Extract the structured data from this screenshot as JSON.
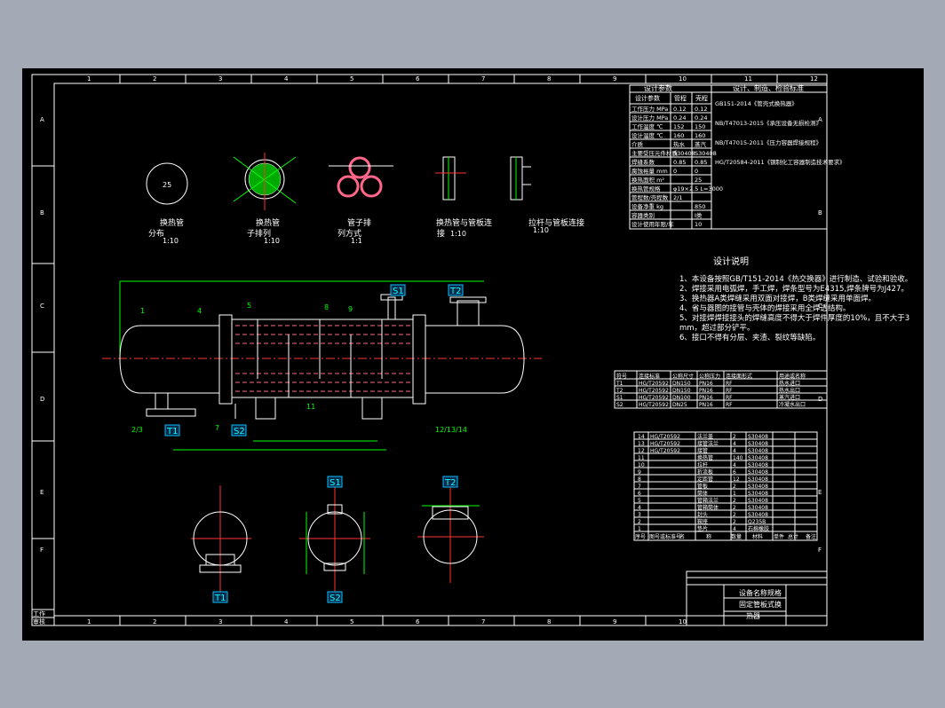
{
  "colors": {
    "background": "#000000",
    "outline": "#ffffff",
    "dimension": "#00ff00",
    "centerline": "#ff3333",
    "note": "#ffff00",
    "tag": "#00bfff"
  },
  "grid": {
    "cols": [
      "1",
      "2",
      "3",
      "4",
      "5",
      "6",
      "7",
      "8",
      "9",
      "10",
      "11",
      "12"
    ],
    "cols_bottom": [
      "1",
      "2",
      "3",
      "4",
      "5",
      "6",
      "7",
      "8",
      "9",
      "10"
    ],
    "rows": [
      "A",
      "B",
      "C",
      "D",
      "E",
      "F"
    ]
  },
  "details": {
    "d1": {
      "label": "换热管",
      "sub": "分布",
      "scale": "1:10",
      "inner": "25"
    },
    "d2": {
      "label": "换热管",
      "sub": "子排列",
      "scale": "1:10"
    },
    "d3": {
      "label": "管子排",
      "sub": "列方式",
      "scale": "1:1"
    },
    "d4": {
      "label": "换热管与管板连",
      "sub": "接",
      "scale": "1:10"
    },
    "d5": {
      "label": "拉杆与管板连接",
      "scale": "1:10"
    }
  },
  "spec_table": {
    "header_cols": [
      "设计参数",
      "设计、制造、检验标准"
    ],
    "sub_header": [
      "设计参数",
      "管程",
      "壳程"
    ],
    "rows": [
      [
        "工作压力 MPa",
        "0.12",
        "0.12"
      ],
      [
        "设计压力 MPa",
        "0.24",
        "0.24"
      ],
      [
        "工作温度 ℃",
        "152",
        "150"
      ],
      [
        "设计温度 ℃",
        "160",
        "160"
      ],
      [
        "介质",
        "热水",
        "蒸汽"
      ],
      [
        "主要受压元件材质",
        "S30408",
        "S30408"
      ],
      [
        "焊缝系数",
        "0.85",
        "0.85"
      ],
      [
        "腐蚀裕量 mm",
        "0",
        "0"
      ],
      [
        "换热面积 m²",
        "",
        "25"
      ],
      [
        "换热管规格",
        "φ19×2.5 L=3000",
        ""
      ],
      [
        "管程数/壳程数",
        "2/1",
        ""
      ],
      [
        "设备净重 kg",
        "",
        "850"
      ],
      [
        "容器类别",
        "",
        "Ⅰ类"
      ],
      [
        "设计使用年限/年",
        "",
        "10"
      ]
    ],
    "standards": [
      "GB151-2014《管壳式换热器》",
      "NB/T47013-2015《承压设备无损检测》",
      "NB/T47015-2011《压力容器焊接规程》",
      "HG/T20584-2011《钢制化工容器制造技术要求》"
    ]
  },
  "notes": {
    "title": "设计说明",
    "lines": [
      "1、本设备按照GB/T151-2014《热交换器》进行制造、试验和验收。",
      "2、焊接采用电弧焊，手工焊，焊条型号为E4315,焊条牌号为J427。",
      "3、换热器A类焊缝采用双面对接焊，B类焊缝采用单面焊。",
      "4、省与器图的接管与壳体的焊接采用全焊透结构。",
      "5、对接焊焊接接头的焊缝高度不得大于焊件厚度的10%，且不大于3",
      "mm，超过部分铲平。",
      "6、接口不得有分层、夹渣、裂纹等缺陷。"
    ]
  },
  "nozzle_table": {
    "headers": [
      "符号",
      "连接标准",
      "公称尺寸",
      "公称压力",
      "连接面形式",
      "用途或名称"
    ],
    "rows": [
      [
        "T1",
        "HG/T20592",
        "DN150",
        "PN16",
        "RF",
        "热水进口"
      ],
      [
        "T2",
        "HG/T20592",
        "DN150",
        "PN16",
        "RF",
        "热水出口"
      ],
      [
        "S1",
        "HG/T20592",
        "DN100",
        "PN16",
        "RF",
        "蒸汽进口"
      ],
      [
        "S2",
        "HG/T20592",
        "DN25",
        "PN16",
        "RF",
        "冷凝水出口"
      ]
    ]
  },
  "parts_table": {
    "rows": [
      [
        "14",
        "HG/T20592",
        "法兰盖",
        "2",
        "S30408"
      ],
      [
        "13",
        "HG/T20592",
        "接管法兰",
        "4",
        "S30408"
      ],
      [
        "12",
        "HG/T20592",
        "接管",
        "4",
        "S30408"
      ],
      [
        "11",
        "",
        "换热管",
        "140",
        "S30408"
      ],
      [
        "10",
        "",
        "拉杆",
        "4",
        "S30408"
      ],
      [
        "9",
        "",
        "折流板",
        "6",
        "S30408"
      ],
      [
        "8",
        "",
        "定距管",
        "12",
        "S30408"
      ],
      [
        "7",
        "",
        "管板",
        "2",
        "S30408"
      ],
      [
        "6",
        "",
        "筒体",
        "1",
        "S30408"
      ],
      [
        "5",
        "",
        "管箱法兰",
        "2",
        "S30408"
      ],
      [
        "4",
        "",
        "管箱筒体",
        "2",
        "S30408"
      ],
      [
        "3",
        "",
        "封头",
        "2",
        "S30408"
      ],
      [
        "2",
        "",
        "鞍座",
        "2",
        "Q235B"
      ],
      [
        "1",
        "",
        "垫片",
        "4",
        "石棉橡胶"
      ]
    ],
    "footer": [
      "序号",
      "图号或标准号",
      "名",
      "称",
      "数量",
      "材料",
      "单件",
      "总计",
      "备注"
    ]
  },
  "title_block": {
    "lines": [
      "设备名称规格",
      "固定管板式换",
      "热器"
    ]
  },
  "bottom_left": {
    "lines": [
      "工作",
      "审核"
    ]
  },
  "tags": {
    "t1": "T1",
    "t2": "T2",
    "s1": "S1",
    "s2": "S2"
  },
  "labels": {
    "item_left": "2/3",
    "item_right": "12/13/14",
    "item_7": "7",
    "item_8": "8",
    "item_9": "9",
    "item_11": "11",
    "item_1": "1",
    "item_4": "4",
    "item_5": "5"
  }
}
